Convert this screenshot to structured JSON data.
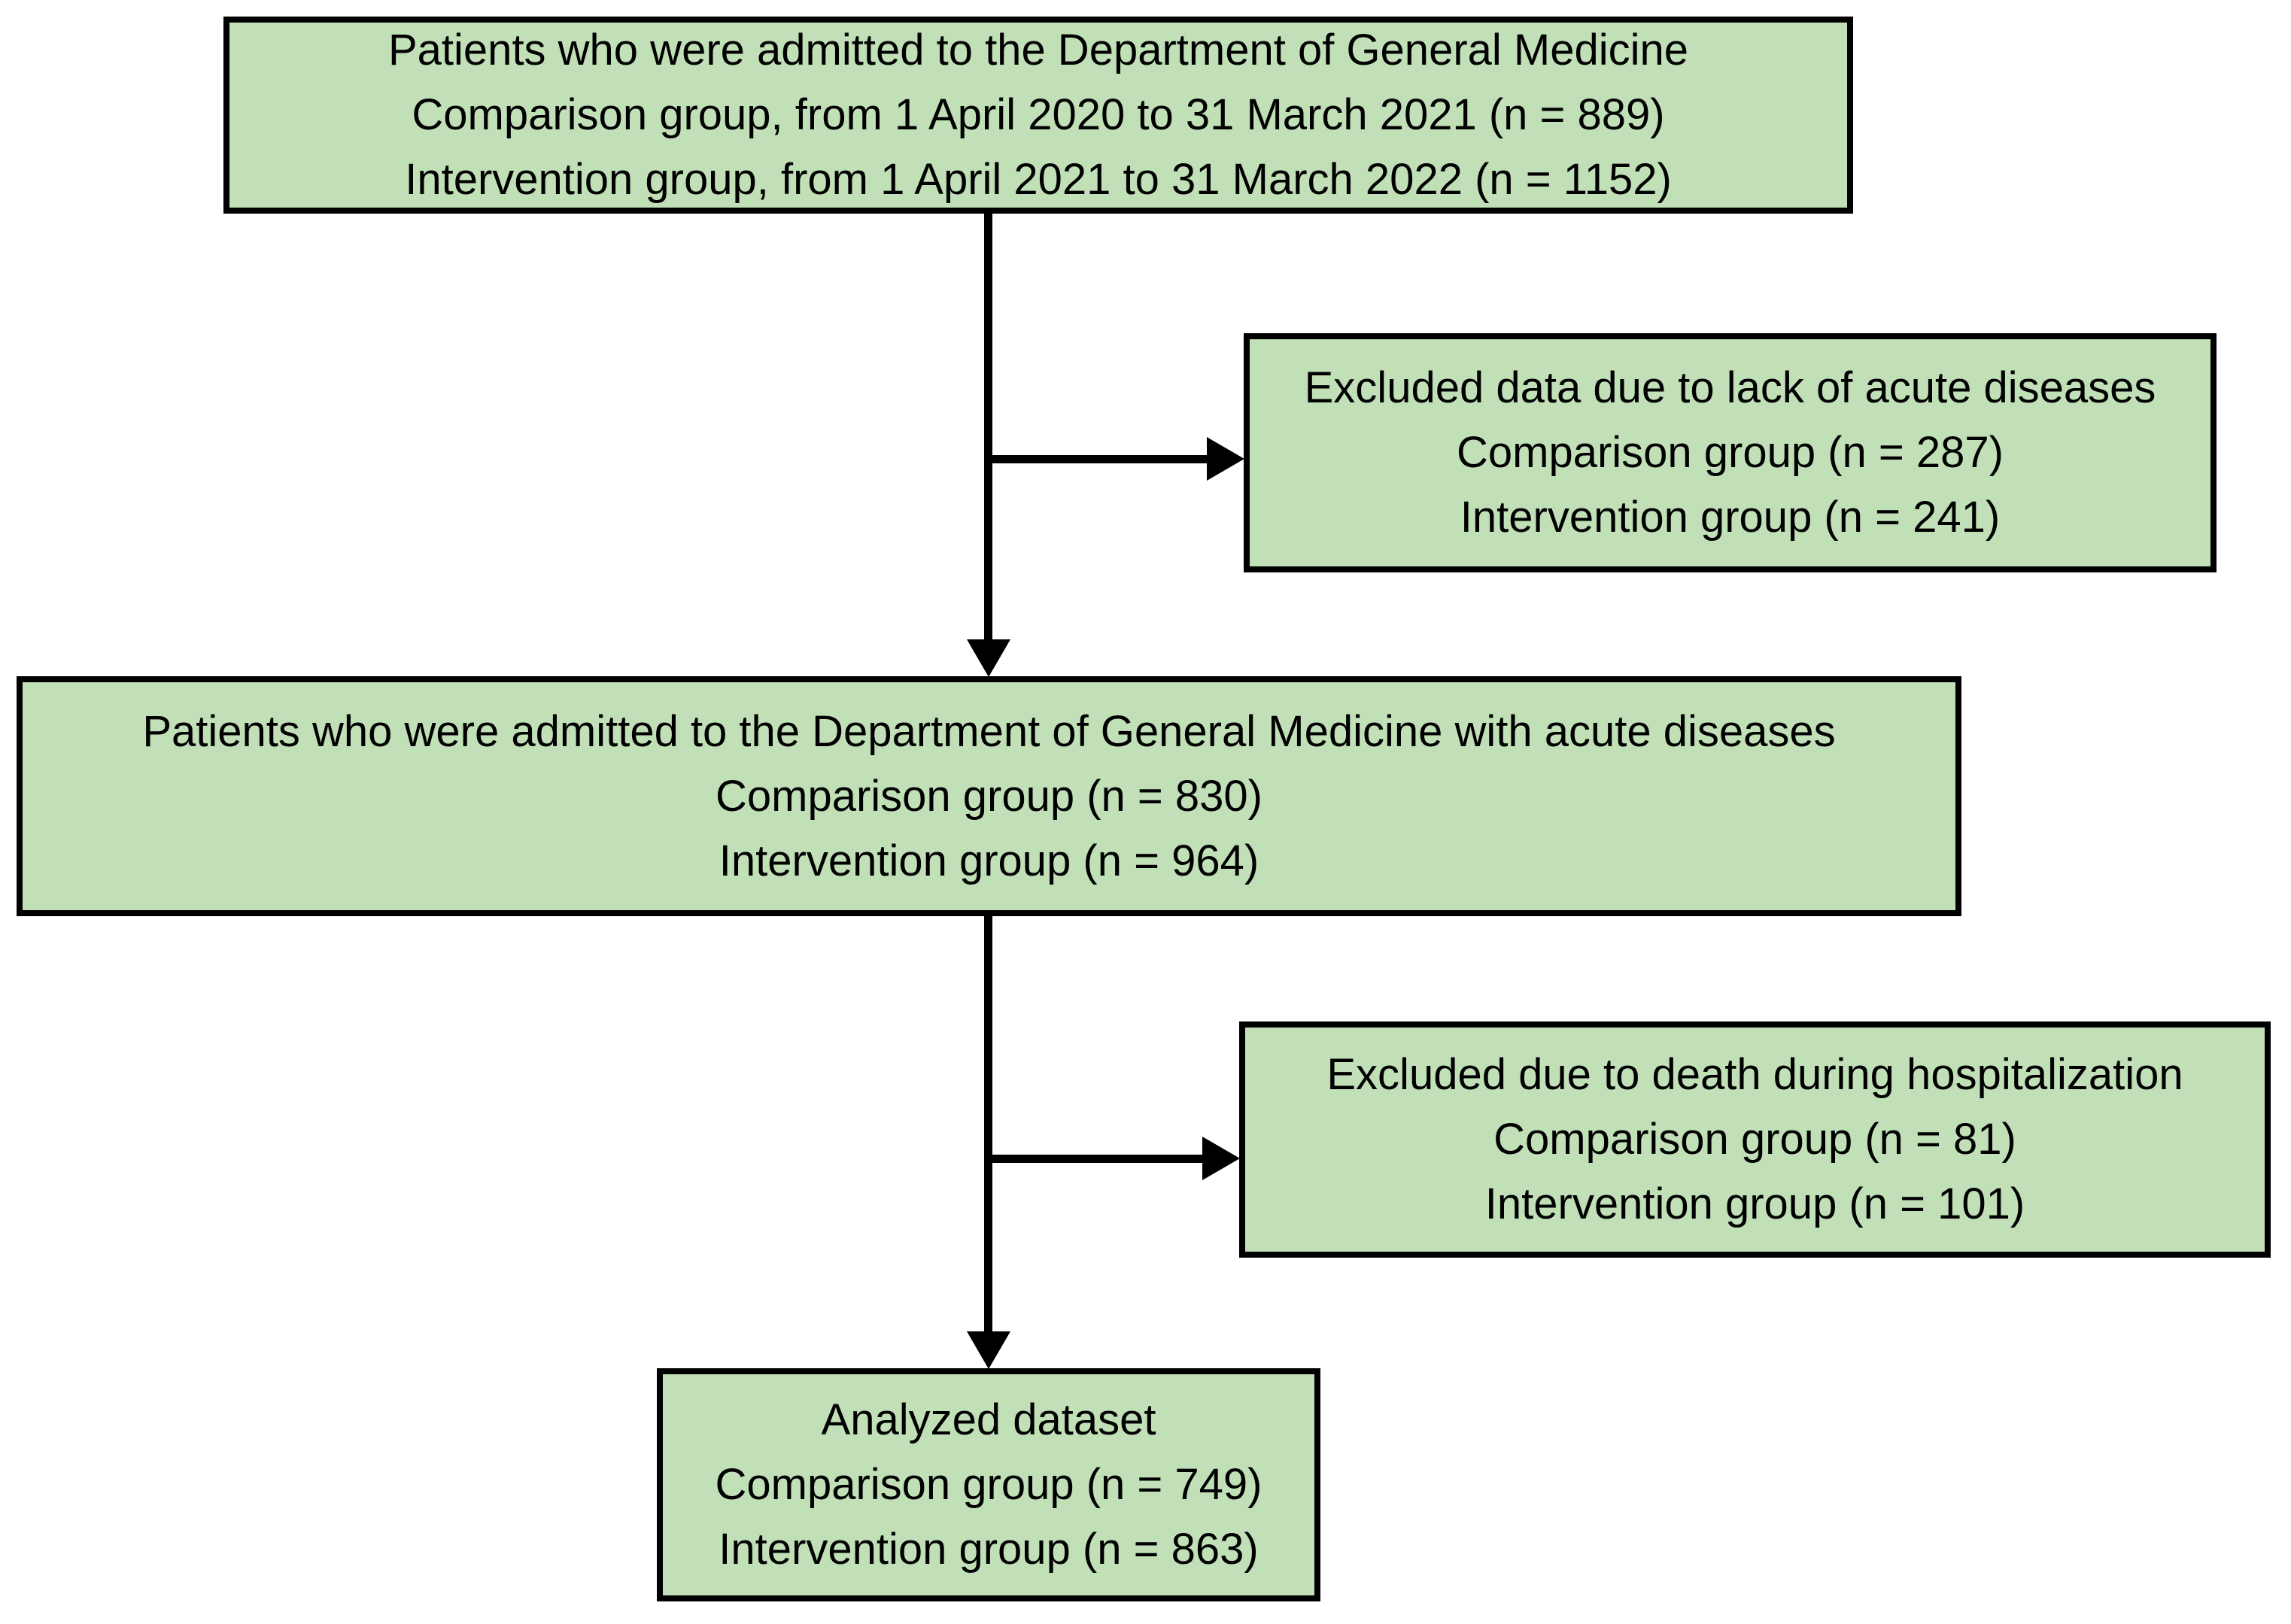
{
  "diagram": {
    "type": "patient-flow-diagram",
    "colors": {
      "box_fill": "#c1e0b7",
      "box_border": "#000000",
      "arrow": "#000000",
      "text": "#000000",
      "background": "#ffffff"
    },
    "boxes": {
      "enrollment": {
        "lines": [
          "Patients who were admitted to the Department of General Medicine",
          "Comparison group, from 1 April 2020 to 31 March 2021 (n = 889)",
          "Intervention group, from 1 April 2021 to 31 March 2022 (n = 1152)"
        ]
      },
      "excluded_lack_of_acute": {
        "lines": [
          "Excluded data due to lack of acute diseases",
          "Comparison group (n = 287)",
          "Intervention group (n = 241)"
        ]
      },
      "admitted_with_acute": {
        "lines": [
          "Patients who were admitted to the Department of General Medicine with acute diseases",
          "Comparison group (n = 830)",
          "Intervention group (n = 964)"
        ]
      },
      "excluded_death": {
        "lines": [
          "Excluded due to death during hospitalization",
          "Comparison group (n = 81)",
          "Intervention group (n = 101)"
        ]
      },
      "analyzed": {
        "lines": [
          "Analyzed dataset",
          "Comparison group (n = 749)",
          "Intervention group (n = 863)"
        ]
      }
    }
  }
}
